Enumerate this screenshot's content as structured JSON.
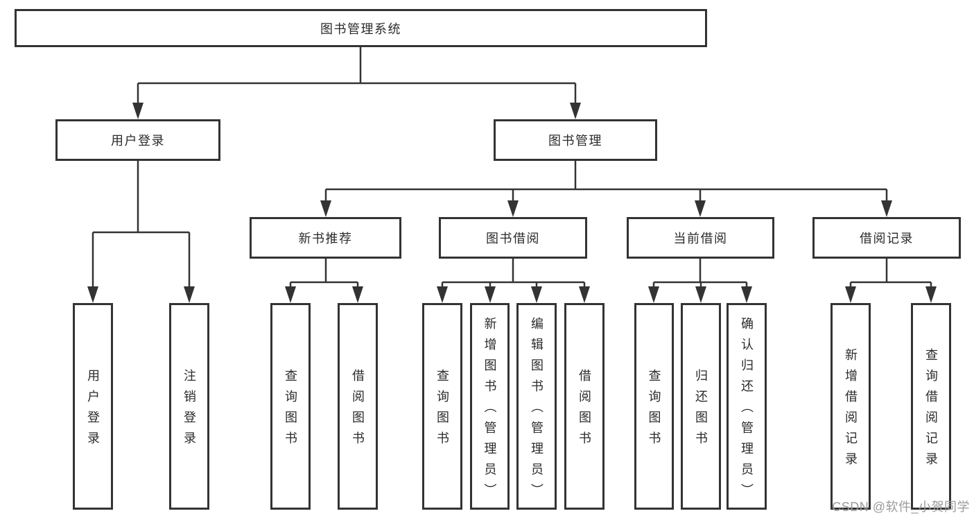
{
  "colors": {
    "line": "#333333",
    "box_border": "#333333",
    "text": "#2b2b2b",
    "watermark": "#9b9b9b",
    "background": "#ffffff"
  },
  "tree": {
    "root": {
      "label": "图书管理系统",
      "children": [
        {
          "label": "用户登录",
          "children": [
            {
              "label": "用户登录"
            },
            {
              "label": "注销登录"
            }
          ]
        },
        {
          "label": "图书管理",
          "children": [
            {
              "label": "新书推荐",
              "children": [
                {
                  "label": "查询图书"
                },
                {
                  "label": "借阅图书"
                }
              ]
            },
            {
              "label": "图书借阅",
              "children": [
                {
                  "label": "查询图书"
                },
                {
                  "label": "新增图书（管理员）"
                },
                {
                  "label": "编辑图书（管理员）"
                },
                {
                  "label": "借阅图书"
                }
              ]
            },
            {
              "label": "当前借阅",
              "children": [
                {
                  "label": "查询图书"
                },
                {
                  "label": "归还图书"
                },
                {
                  "label": "确认归还（管理员）"
                }
              ]
            },
            {
              "label": "借阅记录",
              "children": [
                {
                  "label": "新增借阅记录"
                },
                {
                  "label": "查询借阅记录"
                }
              ]
            }
          ]
        }
      ]
    }
  },
  "watermark": {
    "text": "CSDN @软件_小贺同学"
  }
}
